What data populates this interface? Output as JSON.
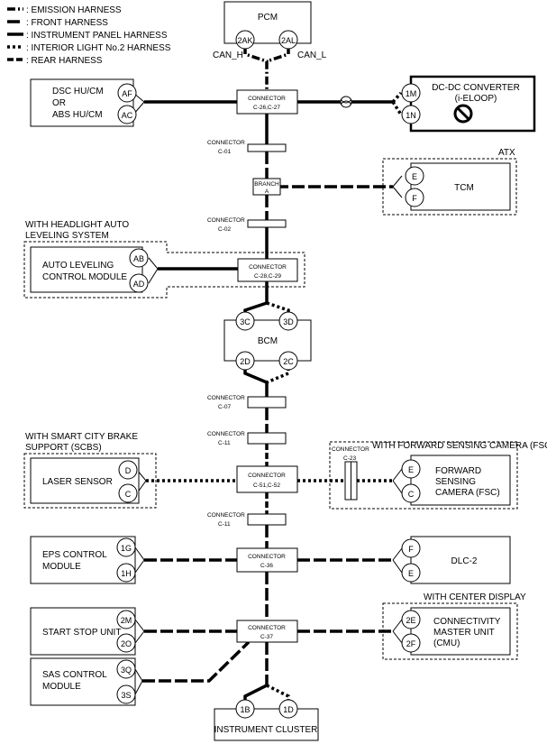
{
  "legend": [
    {
      "style": "emission",
      "label": ": EMISSION HARNESS"
    },
    {
      "style": "front",
      "label": ": FRONT HARNESS"
    },
    {
      "style": "instrument-panel",
      "label": ": INSTRUMENT PANEL HARNESS"
    },
    {
      "style": "interior-light",
      "label": ": INTERIOR LIGHT No.2 HARNESS"
    },
    {
      "style": "rear",
      "label": ": REAR HARNESS"
    }
  ],
  "modules": {
    "pcm": {
      "name": "PCM",
      "pins": [
        "2AK",
        "2AL"
      ],
      "can_h": "CAN_H",
      "can_l": "CAN_L"
    },
    "dsc": {
      "line1": "DSC HU/CM",
      "line2": "OR",
      "line3": "ABS HU/CM",
      "pins": [
        "AF",
        "AC"
      ]
    },
    "dcdc": {
      "line1": "DC-DC CONVERTER",
      "line2": "(i-ELOOP)",
      "pins": [
        "1M",
        "1N"
      ]
    },
    "tcm": {
      "name": "TCM",
      "tag": "ATX",
      "pins": [
        "E",
        "F"
      ]
    },
    "auto_leveling": {
      "tag_line1": "WITH HEADLIGHT AUTO",
      "tag_line2": "LEVELING SYSTEM",
      "line1": "AUTO LEVELING",
      "line2": "CONTROL MODULE",
      "pins": [
        "AB",
        "AD"
      ]
    },
    "bcm": {
      "name": "BCM",
      "pins": [
        "3C",
        "3D",
        "2D",
        "2C"
      ]
    },
    "laser": {
      "tag_line1": "WITH SMART CITY BRAKE",
      "tag_line2": "SUPPORT (SCBS)",
      "name": "LASER SENSOR",
      "pins": [
        "D",
        "C"
      ]
    },
    "fsc": {
      "tag": "WITH FORWARD SENSING CAMERA (FSC)",
      "line1": "FORWARD",
      "line2": "SENSING",
      "line3": "CAMERA (FSC)",
      "pins": [
        "E",
        "C"
      ]
    },
    "eps": {
      "line1": "EPS CONTROL",
      "line2": "MODULE",
      "pins": [
        "1G",
        "1H"
      ]
    },
    "dlc": {
      "name": "DLC-2",
      "pins": [
        "F",
        "E"
      ]
    },
    "start_stop": {
      "name": "START STOP UNIT",
      "pins": [
        "2M",
        "2O"
      ]
    },
    "cmu": {
      "tag": "WITH CENTER DISPLAY",
      "line1": "CONNECTIVITY",
      "line2": "MASTER UNIT",
      "line3": "(CMU)",
      "pins": [
        "2E",
        "2F"
      ]
    },
    "sas": {
      "line1": "SAS CONTROL",
      "line2": "MODULE",
      "pins": [
        "3Q",
        "3S"
      ]
    },
    "cluster": {
      "name": "INSTRUMENT CLUSTER",
      "pins": [
        "1B",
        "1D"
      ]
    }
  },
  "connectors": {
    "c26": {
      "line1": "CONNECTOR",
      "line2": "C-26,C-27"
    },
    "c01": {
      "line1": "CONNECTOR",
      "line2": "C-01"
    },
    "branch_a": {
      "line1": "BRANCH",
      "line2": "A"
    },
    "c02": {
      "line1": "CONNECTOR",
      "line2": "C-02"
    },
    "c28": {
      "line1": "CONNECTOR",
      "line2": "C-28,C-29"
    },
    "c07": {
      "line1": "CONNECTOR",
      "line2": "C-07"
    },
    "c11_top": {
      "line1": "CONNECTOR",
      "line2": "C-11"
    },
    "c51": {
      "line1": "CONNECTOR",
      "line2": "C-51,C-52"
    },
    "c23": {
      "line1": "CONNECTOR",
      "line2": "C-23"
    },
    "c11_bottom": {
      "line1": "CONNECTOR",
      "line2": "C-11"
    },
    "c36": {
      "line1": "CONNECTOR",
      "line2": "C-36"
    },
    "c37": {
      "line1": "CONNECTOR",
      "line2": "C-37"
    }
  }
}
